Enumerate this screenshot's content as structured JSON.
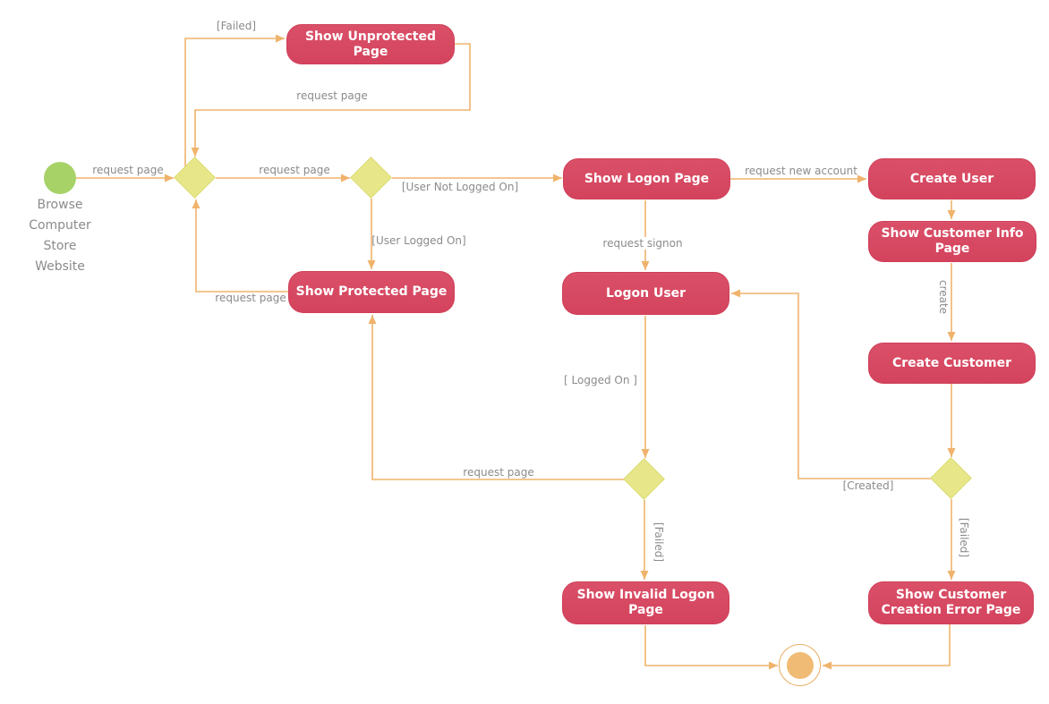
{
  "diagram_type": "uml-activity-diagram",
  "nodes": {
    "start_label": "Browse\nComputer\nStore\nWebsite",
    "show_unprotected_page": "Show Unprotected Page",
    "show_logon_page": "Show Logon Page",
    "create_user": "Create User",
    "show_customer_info_page": "Show Customer Info\nPage",
    "show_protected_page": "Show Protected Page",
    "logon_user": "Logon User",
    "create_customer": "Create Customer",
    "show_invalid_logon_page": "Show Invalid Logon\nPage",
    "show_customer_creation_error_page": "Show Customer\nCreation Error Page"
  },
  "edge_labels": {
    "failed_top": "[Failed]",
    "request_page_start": "request page",
    "request_page_d1_d2": "request page",
    "request_page_return_top": "request page",
    "user_not_logged_on": "[User Not Logged On]",
    "user_logged_on": "[User Logged On]",
    "request_page_protected": "request page",
    "request_signon": "request signon",
    "request_new_account": "request new account",
    "create": "create",
    "logged_on": "[ Logged On ]",
    "request_page_d3": "request page",
    "created": "[Created]",
    "failed_invalid_logon": "[Failed]",
    "failed_creation_error": "[Failed]"
  },
  "colors": {
    "activity_fill": "#d74b63",
    "activity_border": "#cf3f58",
    "activity_text": "#ffffff",
    "decision_fill": "#e7e78a",
    "start_fill": "#a7d268",
    "final_fill": "#f0bb74",
    "connector": "#f0b36c",
    "label_text": "#8b8b8b",
    "background": "#ffffff"
  }
}
